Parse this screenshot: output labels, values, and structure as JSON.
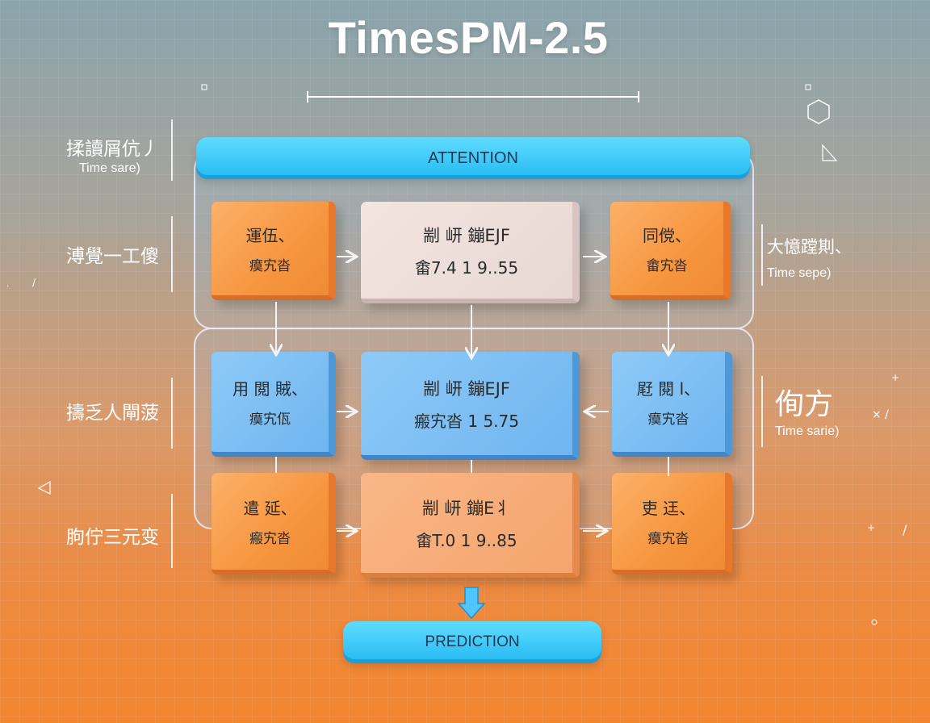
{
  "title": "TimesPM-2.5",
  "attention_label": "ATTENTION",
  "prediction_label": "PREDICTION",
  "left_labels": [
    {
      "main": "揉讀屑伉丿",
      "sub": "Time sare)"
    },
    {
      "main": "溥覺一工傻",
      "sub": ""
    },
    {
      "main": "擣乏人閘菠",
      "sub": ""
    },
    {
      "main": "朐佇三元变",
      "sub": ""
    }
  ],
  "right_labels": [
    {
      "main": "大憶蹚剘、",
      "sub": "Time sepe)"
    },
    {
      "main": "侚方",
      "sub": "Time sarie)"
    }
  ],
  "rows": [
    {
      "style": "orange-grey",
      "cells": [
        {
          "l1": "運伍、",
          "l2": "瘼宄沓"
        },
        {
          "l1": "剬 岍 鏰EJF",
          "l2": "畬7.4 1 9..55"
        },
        {
          "l1": "同傥、",
          "l2": "畬宄沓"
        }
      ]
    },
    {
      "style": "blue",
      "cells": [
        {
          "l1": "用 閲 賊、",
          "l2": "瘼宄佤"
        },
        {
          "l1": "剬 岍 鏰EJF",
          "l2": "瘢宄沓 1 5.75"
        },
        {
          "l1": "屘 閱 l、",
          "l2": "瘼宄沓"
        }
      ]
    },
    {
      "style": "orange-peach",
      "cells": [
        {
          "l1": "遣 延、",
          "l2": "瘢宄沓"
        },
        {
          "l1": "剬 岍 鏰E丬",
          "l2": "畬T.0 1 9..85"
        },
        {
          "l1": "吏 迋、",
          "l2": "瘼宄沓"
        }
      ]
    }
  ]
}
